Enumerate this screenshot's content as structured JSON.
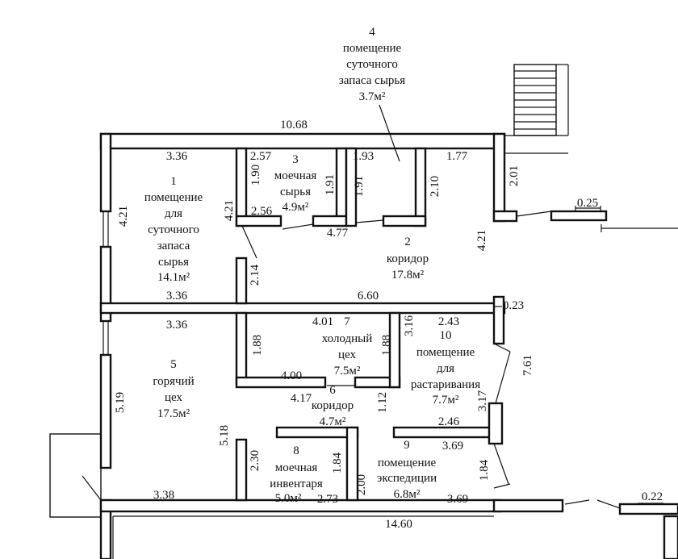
{
  "plan": {
    "overall_width": "10.68",
    "bottom_total": "14.60",
    "rooms": [
      {
        "number": "1",
        "name_lines": [
          "помещение",
          "для",
          "суточного",
          "запаса",
          "сырья"
        ],
        "area": "14.1м²"
      },
      {
        "number": "2",
        "name_lines": [
          "коридор"
        ],
        "area": "17.8м²"
      },
      {
        "number": "3",
        "name_lines": [
          "моечная",
          "сырья"
        ],
        "area": "4.9м²"
      },
      {
        "number": "4",
        "name_lines": [
          "помещение",
          "суточного",
          "запаса сырья"
        ],
        "area": "3.7м²"
      },
      {
        "number": "5",
        "name_lines": [
          "горячий",
          "цех"
        ],
        "area": "17.5м²"
      },
      {
        "number": "6",
        "name_lines": [
          "коридор"
        ],
        "area": "4.7м²"
      },
      {
        "number": "7",
        "name_lines": [
          "холодный",
          "цех"
        ],
        "area": "7.5м²"
      },
      {
        "number": "8",
        "name_lines": [
          "моечная",
          "инвентаря"
        ],
        "area": "5.0м²"
      },
      {
        "number": "9",
        "name_lines": [
          "помещение",
          "экспедиции"
        ],
        "area": "6.8м²"
      },
      {
        "number": "10",
        "name_lines": [
          "помещение",
          "для",
          "растаривания"
        ],
        "area": "7.7м²"
      }
    ],
    "dimensions": {
      "d336_top": "3.36",
      "d257": "2.57",
      "d193": "1.93",
      "d177": "1.77",
      "d190": "1.90",
      "d191a": "1.91",
      "d191b": "1.91",
      "d210": "2.10",
      "d201": "2.01",
      "d025": "0.25",
      "d421_left": "4.21",
      "d421_mid": "4.21",
      "d421_right": "4.21",
      "d256": "2.56",
      "d477": "4.77",
      "d214": "2.14",
      "d336_mid": "3.36",
      "d660": "6.60",
      "d023": "0.23",
      "d336_low": "3.36",
      "d401": "4.01",
      "d316": "3.16",
      "d243": "2.43",
      "d188a": "1.88",
      "d188b": "1.88",
      "d761": "7.61",
      "d519": "5.19",
      "d400": "4.00",
      "d417": "4.17",
      "d112": "1.12",
      "d317": "3.17",
      "d246": "2.46",
      "d518": "5.18",
      "d230": "2.30",
      "d184a": "1.84",
      "d369a": "3.69",
      "d184b": "1.84",
      "d200": "2.00",
      "d273": "2.73",
      "d369b": "3.69",
      "d338": "3.38",
      "d022": "0.22"
    }
  }
}
